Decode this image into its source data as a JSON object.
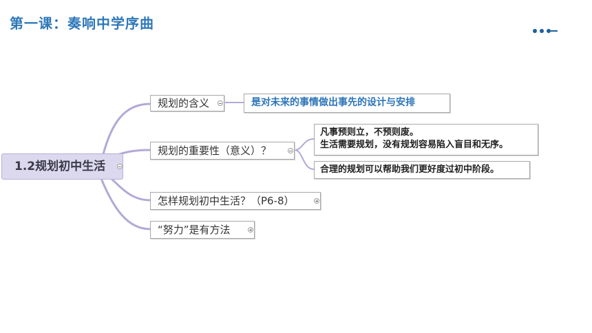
{
  "slide": {
    "title": "第一课：奏响中学序曲"
  },
  "mindmap": {
    "root": "1.2规划初中生活",
    "branches": [
      {
        "label": "规划的含义",
        "toggle": "collapse"
      },
      {
        "label": "规划的重要性（意义）？",
        "toggle": "collapse"
      },
      {
        "label": "怎样规划初中生活？（P6-8）",
        "toggle": "expand"
      },
      {
        "label": "“努力”是有方法",
        "toggle": "expand"
      }
    ],
    "leaves": {
      "meaning": "是对未来的事情做出事先的设计与安排",
      "importance_1_line1": "凡事预则立，不预则废。",
      "importance_1_line2": "生活需要规划，没有规划容易陷入盲目和无序。",
      "importance_2": "合理的规划可以帮助我们更好度过初中阶段。"
    }
  },
  "colors": {
    "title": "#2f78b8",
    "connector": "#b3a8d6",
    "root_fill": "#dcd8ee",
    "meaning_text": "#2c75b8"
  }
}
